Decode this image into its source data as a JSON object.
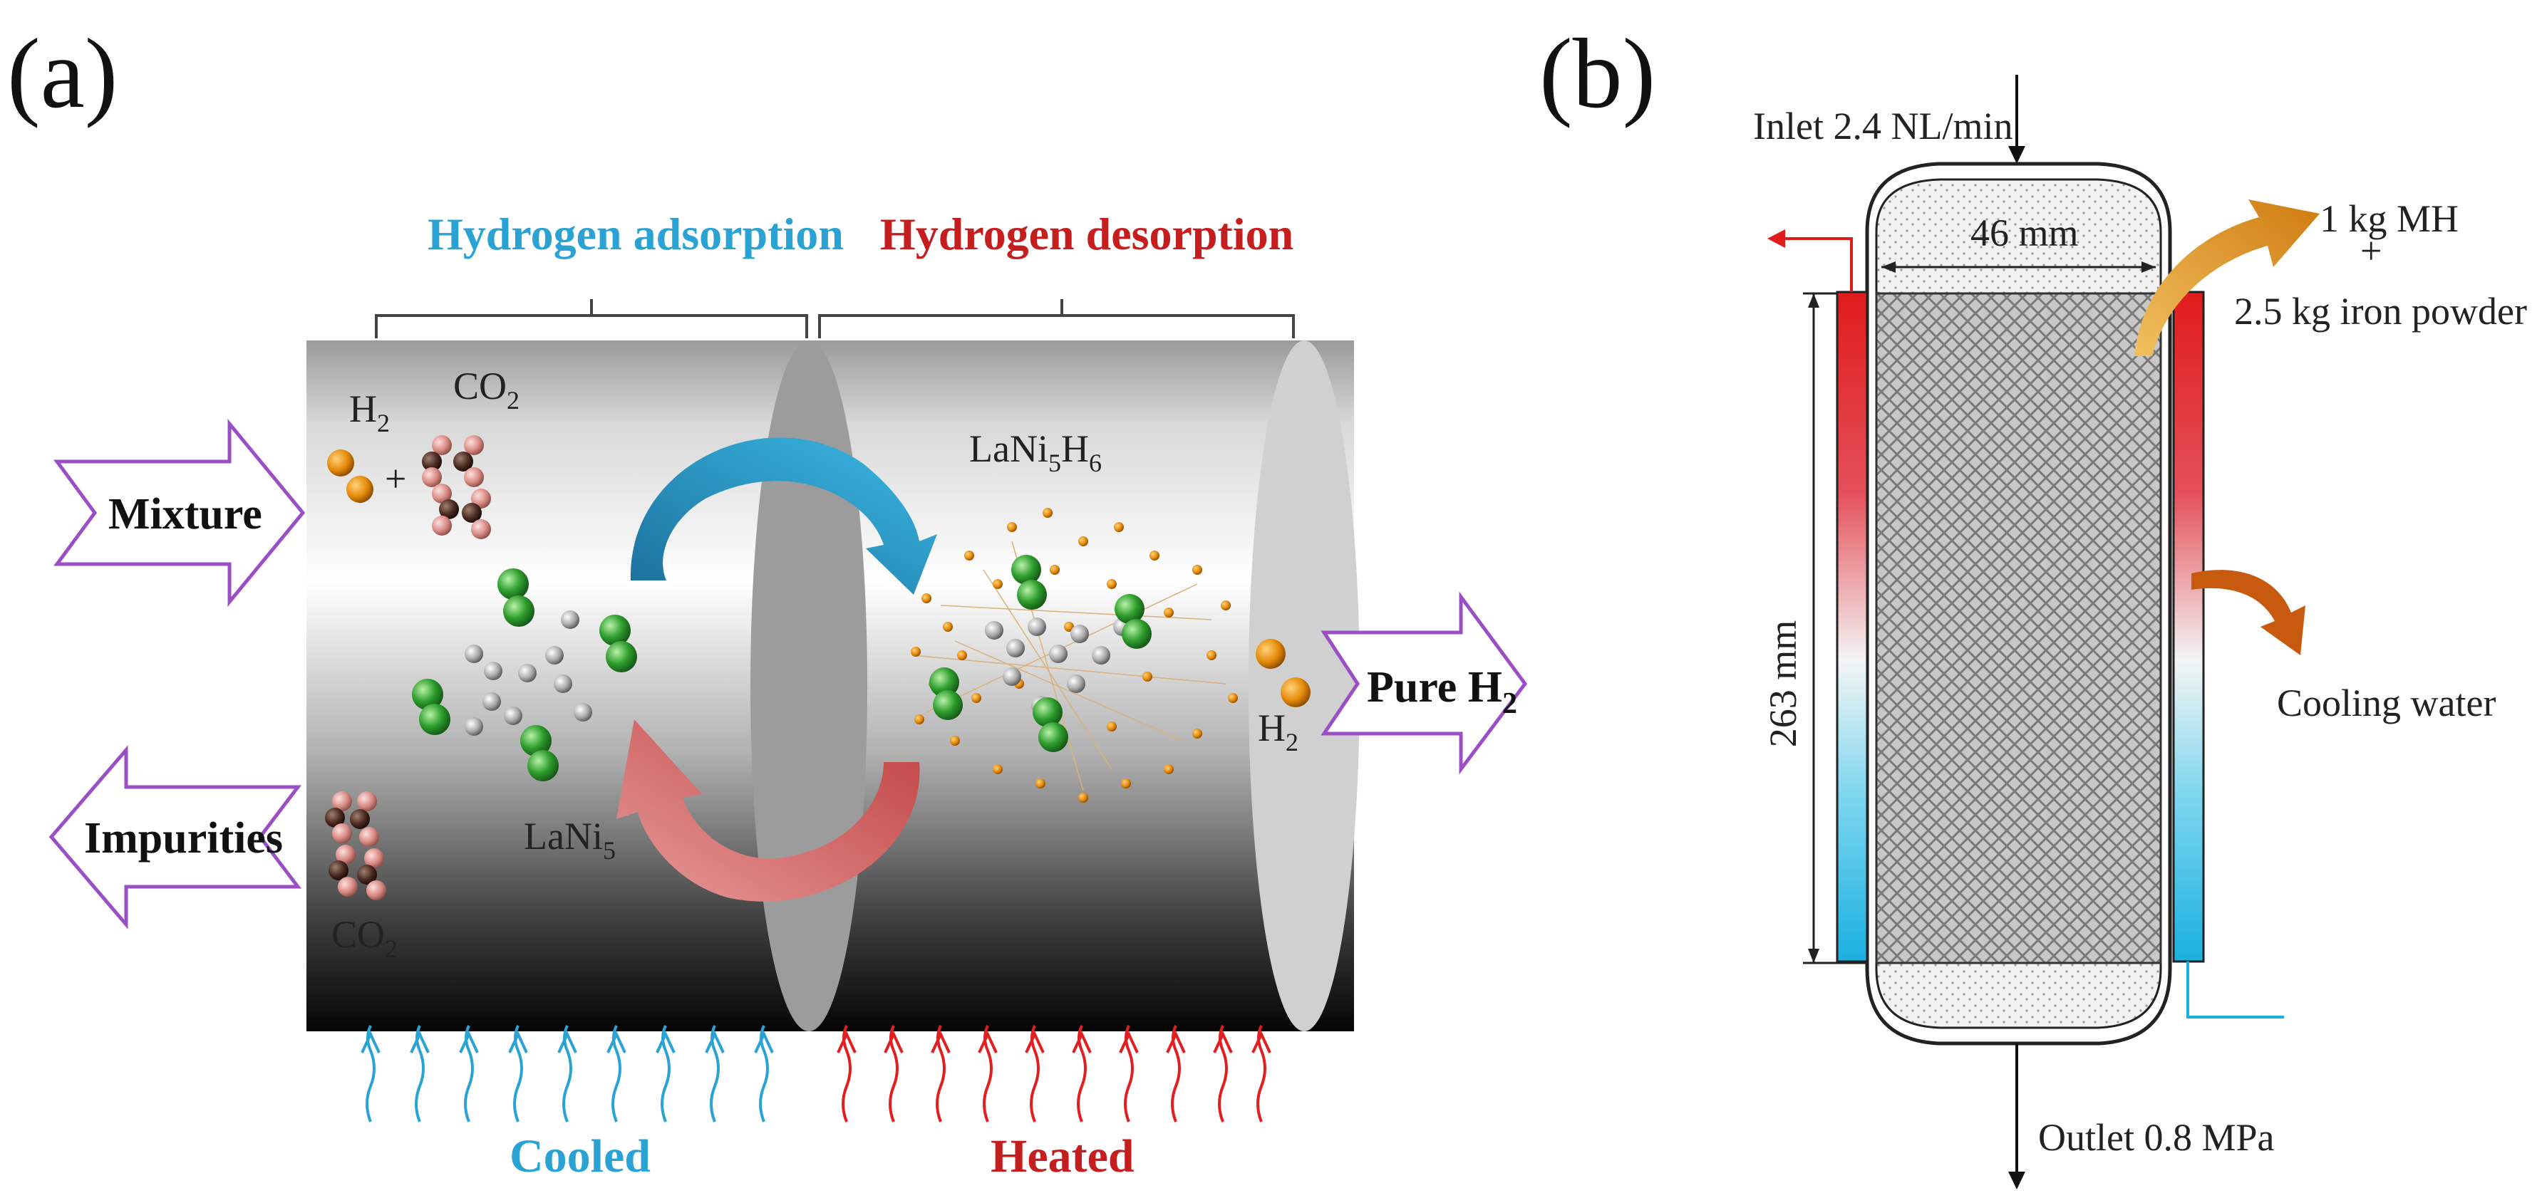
{
  "panels": {
    "a": {
      "label": "(a)",
      "headings": {
        "adsorption": "Hydrogen adsorption",
        "desorption": "Hydrogen desorption"
      },
      "arrows": {
        "mixture": "Mixture",
        "impurities": "Impurities",
        "pure": "Pure H",
        "pure_sub": "2"
      },
      "molecules": {
        "h2_top": "H",
        "h2_top_sub": "2",
        "co2_top": "CO",
        "co2_top_sub": "2",
        "plus": "+",
        "lani5": "LaNi",
        "lani5_sub": "5",
        "lani5h6_a": "LaNi",
        "lani5h6_sub1": "5",
        "lani5h6_b": "H",
        "lani5h6_sub2": "6",
        "co2_bottom": "CO",
        "co2_bottom_sub": "2",
        "h2_right": "H",
        "h2_right_sub": "2"
      },
      "bottom": {
        "cooled": "Cooled",
        "heated": "Heated"
      }
    },
    "b": {
      "label": "(b)",
      "inlet": "Inlet 2.4 NL/min",
      "width_dim": "46 mm",
      "height_dim": "263 mm",
      "mh": "1 kg MH",
      "plus": "+",
      "iron": "2.5 kg iron powder",
      "cooling": "Cooling water",
      "outlet": "Outlet 0.8 MPa"
    }
  },
  "colors": {
    "blue": "#2aa3d4",
    "red": "#c41e1e",
    "arrow_outline": "#9b4fc4",
    "orange_arrow": "#d98a1c"
  }
}
